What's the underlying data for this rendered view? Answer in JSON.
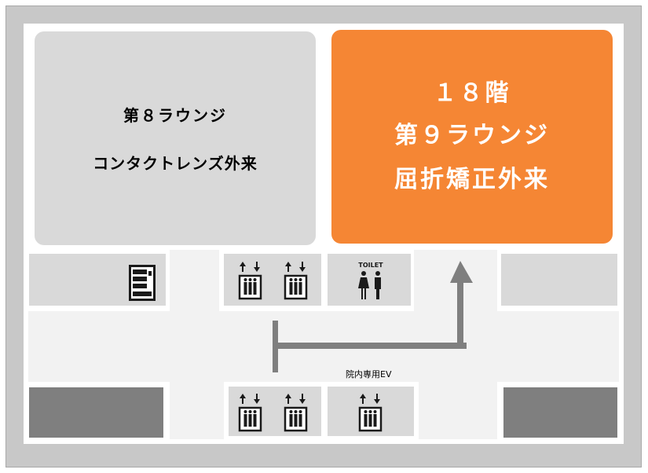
{
  "rooms": {
    "lounge8": {
      "line1": "第８ラウンジ",
      "line2": "コンタクトレンズ外来"
    },
    "lounge9": {
      "floor": "１８階",
      "name": "第９ラウンジ",
      "department": "屈折矯正外来"
    }
  },
  "toilet_label": "TOILET",
  "ev_label": "院内専用EV",
  "colors": {
    "highlight": "#f58634",
    "room": "#d9d9d9",
    "dark_room": "#7f7f7f",
    "arrow": "#7f7f7f"
  },
  "icons": [
    "vending-machine-icon",
    "elevator-icon",
    "restroom-icon",
    "route-arrow-icon"
  ]
}
